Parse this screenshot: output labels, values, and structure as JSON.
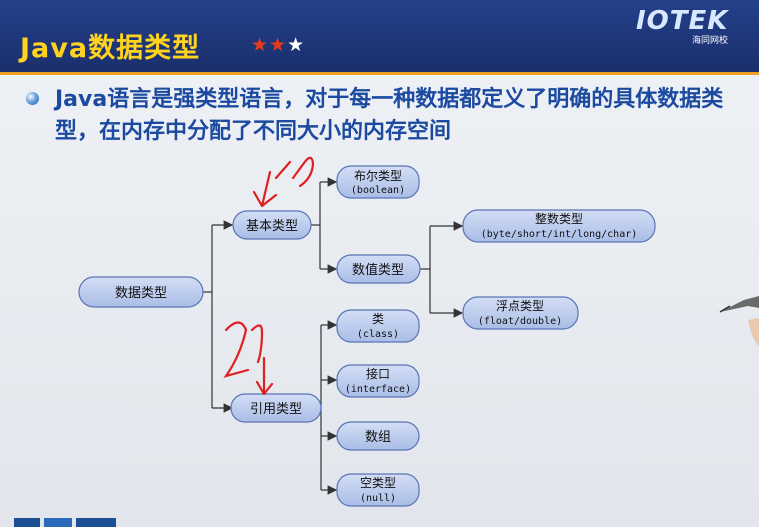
{
  "slide": {
    "title": "Java数据类型",
    "stars": {
      "filled": 2,
      "total": 3
    },
    "logo": {
      "brand": "IOTEK",
      "subtitle": "海同网校"
    },
    "bullet_text": "Java语言是强类型语言，对于每一种数据都定义了明确的具体数据类型，在内存中分配了不同大小的内存空间"
  },
  "diagram": {
    "root": {
      "label": "数据类型"
    },
    "primitive": {
      "label": "基本类型"
    },
    "reference": {
      "label": "引用类型"
    },
    "boolean": {
      "label": "布尔类型",
      "sub": "(boolean)"
    },
    "numeric": {
      "label": "数值类型"
    },
    "integer": {
      "label": "整数类型",
      "sub": "(byte/short/int/long/char)"
    },
    "float": {
      "label": "浮点类型",
      "sub": "(float/double)"
    },
    "class": {
      "label": "类",
      "sub": "(class)"
    },
    "interface": {
      "label": "接口",
      "sub": "(interface)"
    },
    "array": {
      "label": "数组"
    },
    "null": {
      "label": "空类型",
      "sub": "(null)"
    }
  },
  "annotations": [
    {
      "text": "1"
    },
    {
      "text": "2"
    }
  ],
  "colors": {
    "header": "#1e3a80",
    "title": "#ffd31e",
    "accent_bar": "#f0a020",
    "text": "#1b4aa0",
    "node_fill": "#b7c8ec",
    "node_stroke": "#5a73b5",
    "connector": "#333333",
    "annotation": "#e02020"
  }
}
